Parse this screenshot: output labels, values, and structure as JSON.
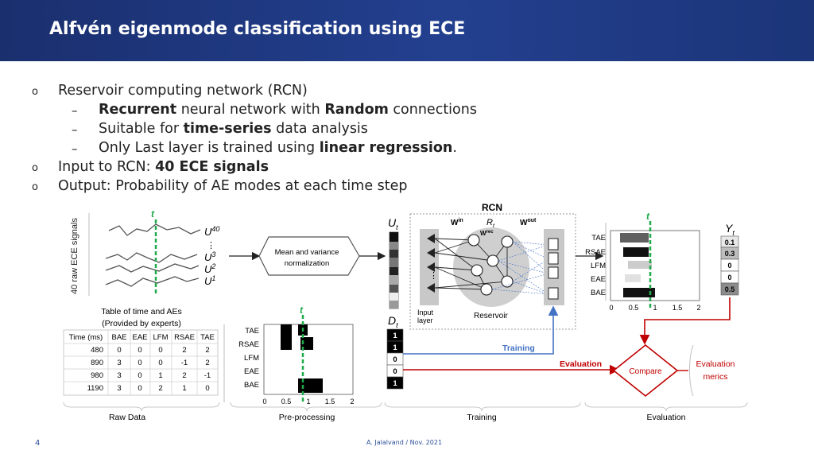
{
  "slide": {
    "title": "Alfvén eigenmode classification using ECE",
    "page_number": "4",
    "author": "A. Jalalvand / Nov. 2021"
  },
  "bullets": [
    {
      "marker": "o",
      "text": "Reservoir computing network (RCN)"
    },
    {
      "marker": "–",
      "pre": "",
      "bold": "Recurrent",
      "post": " neural network with ",
      "bold2": "Random",
      "post2": " connections"
    },
    {
      "marker": "–",
      "pre": "Suitable for ",
      "bold": "time-series",
      "post": " data analysis"
    },
    {
      "marker": "–",
      "pre": "Only Last layer is trained using ",
      "bold": "linear regression",
      "post": "."
    },
    {
      "marker": "o",
      "pre": "Input to RCN: ",
      "bold": "40 ECE signals"
    },
    {
      "marker": "o",
      "text": "Output: Probability of AE modes at each time step"
    }
  ],
  "figure": {
    "raw_signals_label": "40 raw ECE signals",
    "t_label": "t",
    "u_labels": [
      "U",
      "U",
      "U",
      "U"
    ],
    "u_sups": [
      "40",
      "3",
      "2",
      "1"
    ],
    "u_dots": "⋮",
    "norm_box": [
      "Mean and variance",
      "normalization"
    ],
    "table_title": [
      "Table of time and AEs",
      "(Provided by experts)"
    ],
    "table_headers": [
      "Time (ms)",
      "BAE",
      "EAE",
      "LFM",
      "RSAE",
      "TAE"
    ],
    "table_rows": [
      [
        "480",
        "0",
        "0",
        "0",
        "2",
        "2"
      ],
      [
        "890",
        "3",
        "0",
        "0",
        "-1",
        "2"
      ],
      [
        "980",
        "3",
        "0",
        "1",
        "2",
        "-1"
      ],
      [
        "1190",
        "3",
        "0",
        "2",
        "1",
        "0"
      ]
    ],
    "pre_modes": [
      "TAE",
      "RSAE",
      "LFM",
      "EAE",
      "BAE"
    ],
    "pre_ticks": [
      "0",
      "0.5",
      "1",
      "1.5",
      "2"
    ],
    "ut_label": "U",
    "ut_sub": "t",
    "dt_label": "D",
    "dt_sub": "t",
    "dt_values": [
      "1",
      "1",
      "0",
      "0",
      "1"
    ],
    "rcn_label": "RCN",
    "win_label": "W",
    "win_sup": "in",
    "rt_label": "R",
    "rt_sub": "t",
    "wout_label": "W",
    "wout_sup": "out",
    "wrec_label": "W",
    "wrec_sup": "rec",
    "input_layer_label": [
      "Input",
      "layer"
    ],
    "reservoir_label": "Reservoir",
    "training_arrow_label": "Training",
    "out_modes": [
      "TAE",
      "RSAE",
      "LFM",
      "EAE",
      "BAE"
    ],
    "out_ticks": [
      "0",
      "0.5",
      "1",
      "1.5",
      "2"
    ],
    "yt_label": "Y",
    "yt_sub": "t",
    "yt_values": [
      "0.1",
      "0.3",
      "0",
      "0",
      "0.5"
    ],
    "evaluation_arrow_label": "Evaluation",
    "compare_label": "Compare",
    "eval_metrics": [
      "Evaluation",
      "merics"
    ],
    "stage_labels": [
      "Raw Data",
      "Pre-processing",
      "Training",
      "Evaluation"
    ]
  }
}
